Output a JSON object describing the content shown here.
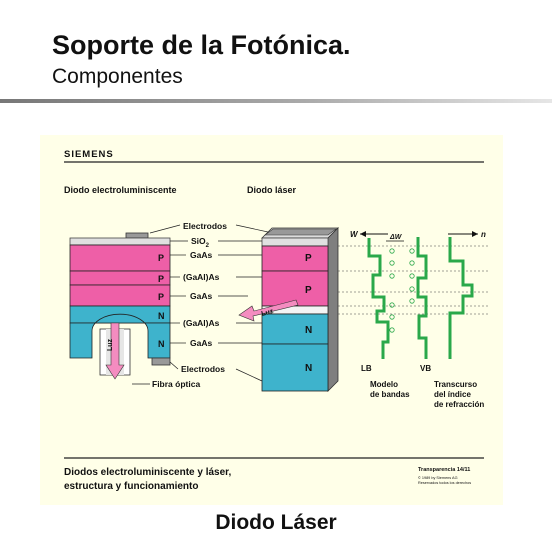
{
  "header": {
    "title": "Soporte de la Fotónica.",
    "subtitle": "Componentes"
  },
  "slide": {
    "brand": "SIEMENS",
    "left_heading": "Diodo electroluminiscente",
    "right_heading": "Diodo láser",
    "layer_labels": {
      "electrodos_top": "Electrodos",
      "sio2_prefix": "SiO",
      "sio2_sub": "2",
      "gaas_1": "GaAs",
      "gaal_1": "(GaAl)As",
      "gaas_2": "GaAs",
      "gaal_2": "(GaAl)As",
      "gaas_3": "GaAs",
      "electrodos_bottom": "Electrodos",
      "fibra": "Fibra óptica"
    },
    "type_marks": {
      "p": "P",
      "n": "N"
    },
    "luz": "Luz",
    "w_label": "W",
    "delta_w": "ΔW",
    "n_label": "n",
    "lb": "LB",
    "vb": "VB",
    "modelo_line1": "Modelo",
    "modelo_line2": "de bandas",
    "transcurso_line1": "Transcurso",
    "transcurso_line2": "del índice",
    "transcurso_line3": "de refracción",
    "footer_line1": "Diodos electroluminiscente y láser,",
    "footer_line2": "estructura y funcionamiento",
    "footer_ref": "Transparencia 14/11",
    "footer_small1": "© 1989 by Siemens AG",
    "footer_small2": "Reservados todos los derechos"
  },
  "colors": {
    "p_layer": "#ee5fa7",
    "n_layer": "#3eb3cc",
    "band": "#2aa84a",
    "background": "#ffffe8"
  },
  "caption": "Diodo Láser"
}
